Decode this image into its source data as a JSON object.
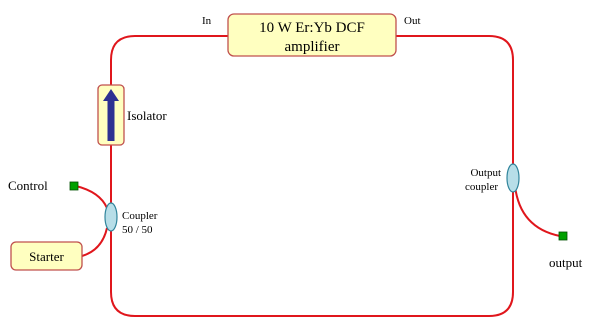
{
  "amplifier": {
    "line1": "10 W Er:Yb DCF",
    "line2": "amplifier",
    "in_label": "In",
    "out_label": "Out"
  },
  "isolator": {
    "label": "Isolator"
  },
  "control": {
    "label": "Control"
  },
  "coupler": {
    "line1": "Coupler",
    "line2": "50 / 50"
  },
  "starter": {
    "label": "Starter"
  },
  "output_coupler": {
    "line1": "Output",
    "line2": "coupler"
  },
  "output": {
    "label": "output"
  },
  "colors": {
    "fiber": "#e0161c",
    "box_fill": "#ffffc0",
    "box_stroke": "#c0504d",
    "coupler_fill": "#b7dee8",
    "coupler_stroke": "#31859c",
    "port_fill": "#00a000",
    "arrow_fill": "#2e3192"
  }
}
